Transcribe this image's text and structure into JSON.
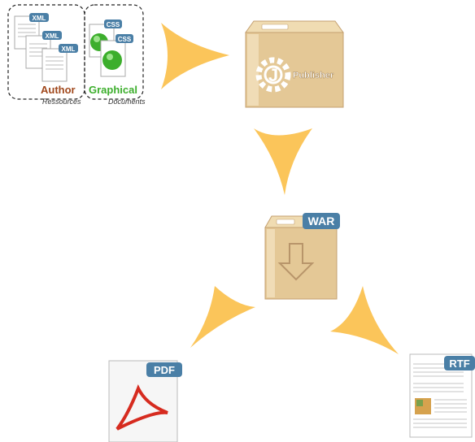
{
  "sources": {
    "author_label": "Author",
    "graphical_label": "Graphical",
    "ressources_label": "Ressources",
    "documents_label": "Documents",
    "xml_badge": "XML",
    "css_badge": "CSS",
    "author_color": "#a0481c",
    "graphical_color": "#3cae2c"
  },
  "publisher_box": {
    "label": "Publisher",
    "logo_letter": "J"
  },
  "war_box": {
    "badge": "WAR"
  },
  "outputs": {
    "pdf_badge": "PDF",
    "rtf_badge": "RTF"
  },
  "colors": {
    "arrow": "#fbc55a",
    "box": "#e4c896",
    "badge": "#4a7fa6"
  }
}
